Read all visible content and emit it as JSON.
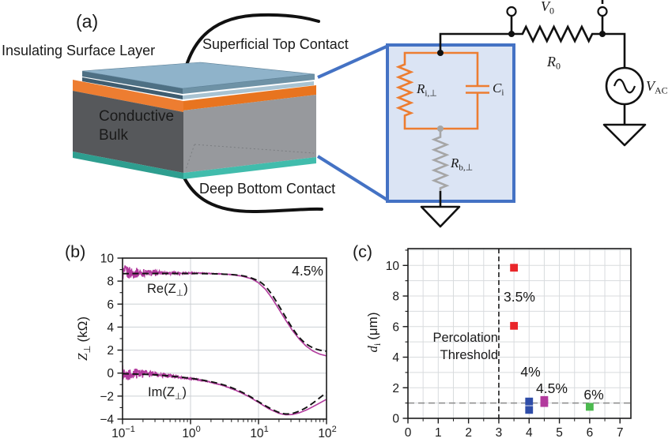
{
  "figure": {
    "panel_a": {
      "tag": "(a)",
      "labels": {
        "insulating": "Insulating Surface Layer",
        "top_contact": "Superficial Top Contact",
        "bulk_line1": "Conductive",
        "bulk_line2": "Bulk",
        "bottom_contact": "Deep Bottom Contact"
      },
      "circuit": {
        "v0": {
          "main": "V",
          "sub": "0"
        },
        "r0": {
          "main": "R",
          "sub": "0"
        },
        "vac": {
          "main": "V",
          "sub": "AC"
        },
        "ri": {
          "main": "R",
          "sub": "i,⊥"
        },
        "ci": {
          "main": "C",
          "sub": "i"
        },
        "rb": {
          "main": "R",
          "sub": "b,⊥"
        }
      }
    },
    "colors": {
      "orange": "#ed7d31",
      "contactBlueFace": "#8fb3ca",
      "contactBlueText": "#7fa7c8",
      "bulkFront": "#56585b",
      "bulkSide": "#97999d",
      "tealFace": "#41bcac",
      "tealDark": "#2e9e8f",
      "tealText": "#2eb29c",
      "boxFill": "#dbe4f4",
      "boxBorder": "#4472c4",
      "resistorGray": "#a6a6a6",
      "magenta": "#b23a9d",
      "red": "#e9262a",
      "blue": "#2f4da8",
      "green": "#4bb94e",
      "gridB": "#ccd0d4",
      "gridC": "#d8dbde",
      "dashGray": "#8a8a8a"
    }
  },
  "chart_data": [
    {
      "panel": "b",
      "tag": "(b)",
      "type": "line",
      "x_scale": "log",
      "x_range_log10": [
        -1,
        2
      ],
      "x_tick_exponents": [
        -1,
        0,
        1,
        2
      ],
      "ylim": [
        -4,
        10
      ],
      "y_ticks": [
        -4,
        -2,
        0,
        2,
        4,
        6,
        8,
        10
      ],
      "ylabel": {
        "var": "Z",
        "sub": "⊥",
        "unit": "(kΩ)"
      },
      "grid": true,
      "legend_position": "none",
      "annotations": {
        "series_pct": "4.5%",
        "re": {
          "pre": "Re(Z",
          "sub": "⊥",
          "post": ")"
        },
        "im": {
          "pre": "Im(Z",
          "sub": "⊥",
          "post": ")"
        }
      },
      "series": [
        {
          "name": "Re(Z⊥) measured",
          "color": "#b23a9d",
          "style": "solid",
          "noisy": true,
          "points_log10f_kohm": [
            [
              -1,
              8.73
            ],
            [
              -0.7,
              8.72
            ],
            [
              -0.4,
              8.71
            ],
            [
              -0.1,
              8.7
            ],
            [
              0.2,
              8.68
            ],
            [
              0.4,
              8.64
            ],
            [
              0.6,
              8.56
            ],
            [
              0.75,
              8.44
            ],
            [
              0.9,
              8.2
            ],
            [
              1.0,
              7.85
            ],
            [
              1.1,
              7.3
            ],
            [
              1.2,
              6.5
            ],
            [
              1.3,
              5.55
            ],
            [
              1.4,
              4.6
            ],
            [
              1.5,
              3.7
            ],
            [
              1.6,
              2.95
            ],
            [
              1.7,
              2.35
            ],
            [
              1.8,
              1.92
            ],
            [
              1.9,
              1.65
            ],
            [
              2,
              1.5
            ]
          ]
        },
        {
          "name": "Re(Z⊥) fit",
          "color": "#111111",
          "style": "dashed",
          "noisy": false,
          "points_log10f_kohm": [
            [
              -1,
              8.65
            ],
            [
              -0.5,
              8.66
            ],
            [
              0,
              8.66
            ],
            [
              0.3,
              8.64
            ],
            [
              0.5,
              8.6
            ],
            [
              0.7,
              8.52
            ],
            [
              0.85,
              8.35
            ],
            [
              1.0,
              8.0
            ],
            [
              1.1,
              7.55
            ],
            [
              1.2,
              6.8
            ],
            [
              1.3,
              5.85
            ],
            [
              1.4,
              4.85
            ],
            [
              1.5,
              3.9
            ],
            [
              1.6,
              3.1
            ],
            [
              1.7,
              2.55
            ],
            [
              1.8,
              2.2
            ],
            [
              1.9,
              2.0
            ],
            [
              2,
              1.9
            ]
          ]
        },
        {
          "name": "Im(Z⊥) measured",
          "color": "#b23a9d",
          "style": "solid",
          "noisy": true,
          "points_log10f_kohm": [
            [
              -1,
              0
            ],
            [
              -0.7,
              -0.05
            ],
            [
              -0.5,
              -0.12
            ],
            [
              -0.3,
              -0.25
            ],
            [
              -0.1,
              -0.4
            ],
            [
              0.1,
              -0.55
            ],
            [
              0.3,
              -0.8
            ],
            [
              0.5,
              -1.12
            ],
            [
              0.7,
              -1.58
            ],
            [
              0.85,
              -2.02
            ],
            [
              1.0,
              -2.55
            ],
            [
              1.15,
              -3.1
            ],
            [
              1.3,
              -3.5
            ],
            [
              1.4,
              -3.62
            ],
            [
              1.5,
              -3.6
            ],
            [
              1.6,
              -3.45
            ],
            [
              1.7,
              -3.22
            ],
            [
              1.8,
              -2.92
            ],
            [
              1.9,
              -2.6
            ],
            [
              2,
              -2.28
            ]
          ]
        },
        {
          "name": "Im(Z⊥) fit",
          "color": "#111111",
          "style": "dashed",
          "noisy": false,
          "points_log10f_kohm": [
            [
              -1,
              -0.05
            ],
            [
              -0.5,
              -0.16
            ],
            [
              0,
              -0.45
            ],
            [
              0.3,
              -0.75
            ],
            [
              0.5,
              -1.05
            ],
            [
              0.7,
              -1.5
            ],
            [
              0.85,
              -1.95
            ],
            [
              1.0,
              -2.48
            ],
            [
              1.15,
              -3.0
            ],
            [
              1.3,
              -3.42
            ],
            [
              1.4,
              -3.55
            ],
            [
              1.5,
              -3.5
            ],
            [
              1.6,
              -3.3
            ],
            [
              1.7,
              -3.0
            ],
            [
              1.8,
              -2.6
            ],
            [
              1.9,
              -2.15
            ],
            [
              2,
              -1.68
            ]
          ]
        }
      ]
    },
    {
      "panel": "c",
      "tag": "(c)",
      "type": "scatter",
      "xlim": [
        0,
        7.36
      ],
      "x_ticks": [
        0,
        1,
        2,
        3,
        4,
        5,
        6,
        7
      ],
      "ylim": [
        0,
        11.1
      ],
      "y_ticks": [
        0,
        2,
        4,
        6,
        8,
        10
      ],
      "ylabel": {
        "var": "d",
        "sub": "i",
        "unit": "(μm)"
      },
      "grid": {
        "x_step": 0.5,
        "y_step": 1
      },
      "percolation_threshold_x": 3,
      "threshold_label": {
        "line1": "Percolation",
        "line2": "Threshold"
      },
      "dashed_hline_y": 1,
      "series": [
        {
          "name": "3.5%",
          "label": "3.5%",
          "color": "#e9262a",
          "marker": "square",
          "points_pct_um": [
            [
              3.5,
              9.85
            ],
            [
              3.5,
              6.05
            ]
          ]
        },
        {
          "name": "4%",
          "label": "4%",
          "color": "#2f4da8",
          "marker": "square",
          "points_pct_um": [
            [
              4.0,
              1.1
            ],
            [
              4.0,
              0.55
            ]
          ]
        },
        {
          "name": "4.5%",
          "label": "4.5%",
          "color": "#b23a9d",
          "marker": "square",
          "points_pct_um": [
            [
              4.5,
              1.2
            ],
            [
              4.5,
              1.0
            ]
          ]
        },
        {
          "name": "6%",
          "label": "6%",
          "color": "#4bb94e",
          "marker": "square",
          "points_pct_um": [
            [
              6.0,
              0.75
            ]
          ]
        }
      ]
    }
  ]
}
